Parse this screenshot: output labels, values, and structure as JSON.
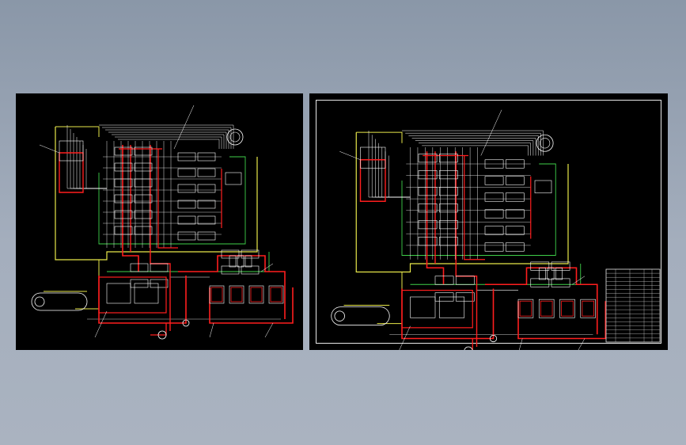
{
  "sheets": [
    {
      "id": "left",
      "framed": false,
      "title_block": false
    },
    {
      "id": "right",
      "framed": true,
      "title_block": true
    }
  ],
  "line_colors": {
    "pressure": "#ff1e1e",
    "pilot": "#ffffff",
    "return": "#e8e84a",
    "drain": "#3fd04a",
    "background": "#000000"
  },
  "title_block_rows": 18
}
